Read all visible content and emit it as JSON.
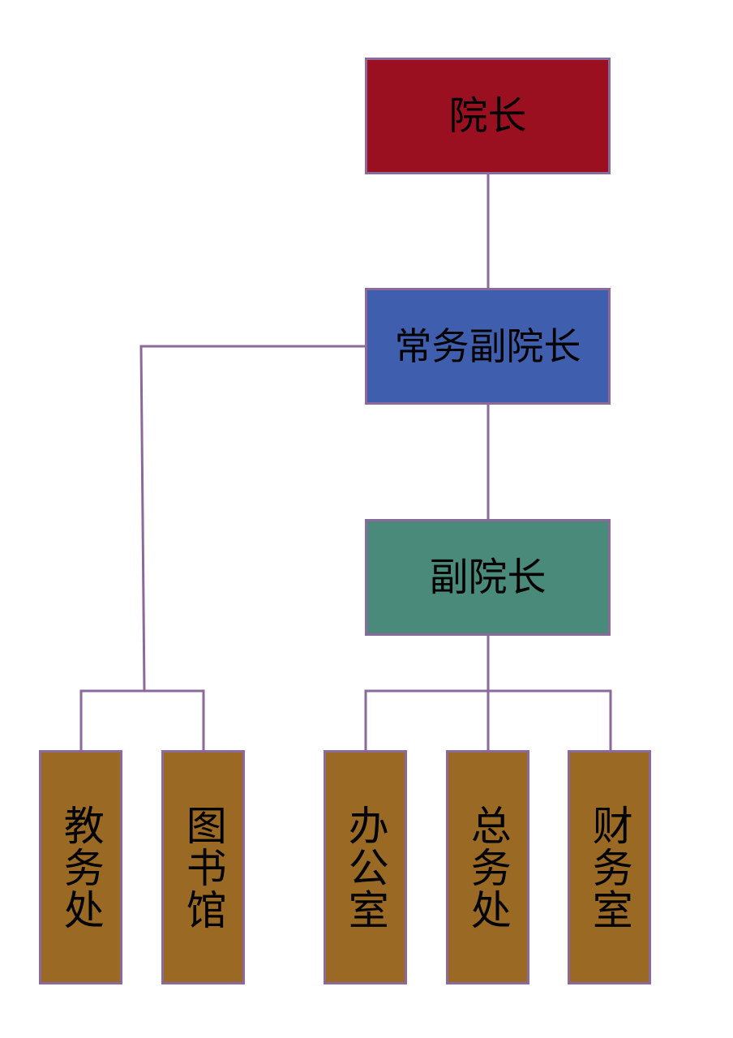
{
  "colors": {
    "connector": "#8b6a9b",
    "president": "#9a1020",
    "exec_vp": "#3f5fae",
    "vp": "#4a8a7a",
    "department": "#9a6a24"
  },
  "nodes": {
    "president": "院长",
    "exec_vp": "常务副院长",
    "vp": "副院长",
    "academic_affairs": "教务处",
    "library": "图书馆",
    "office": "办公室",
    "general_affairs": "总务处",
    "finance": "财务室"
  }
}
